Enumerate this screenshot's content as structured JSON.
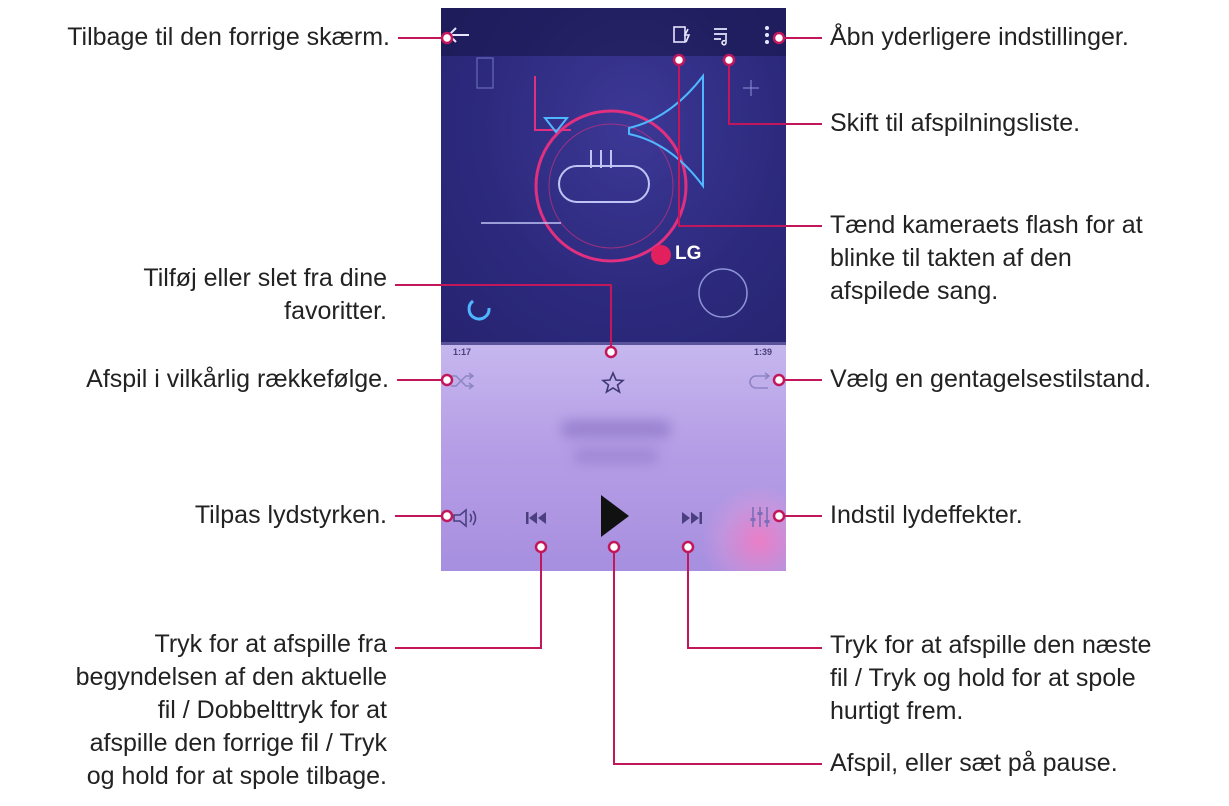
{
  "phone": {
    "brand": "LG",
    "time_elapsed": "1:17",
    "time_total": "1:39"
  },
  "labels": {
    "back": "Tilbage til den forrige skærm.",
    "more": "Åbn yderligere indstillinger.",
    "playlist": "Skift til afspilningsliste.",
    "flash": "Tænd kameraets flash for at\nblinke til takten af den\nafspilede sang.",
    "favorite": "Tilføj eller slet fra dine\nfavoritter.",
    "shuffle": "Afspil i vilkårlig rækkefølge.",
    "repeat": "Vælg en gentagelsestilstand.",
    "volume": "Tilpas lydstyrken.",
    "effects": "Indstil lydeffekter.",
    "previous": "Tryk for at afspille fra\nbegyndelsen af den aktuelle\nfil / Dobbelttryk for at\nafspille den forrige fil / Tryk\nog hold for at spole tilbage.",
    "next": "Tryk for at afspille den næste\nfil / Tryk og hold for at spole\nhurtigt frem.",
    "play": "Afspil, eller sæt på pause."
  },
  "icons": {
    "back": "back-arrow-icon",
    "flash": "camera-flash-icon",
    "playlist": "playlist-icon",
    "more": "more-vertical-icon",
    "favorite": "star-icon",
    "shuffle": "shuffle-icon",
    "repeat": "repeat-icon",
    "volume": "volume-icon",
    "previous": "skip-previous-icon",
    "play": "play-icon",
    "next": "skip-next-icon",
    "effects": "equalizer-icon"
  },
  "colors": {
    "leader": "#c2185b",
    "art_background": "#2d2a7e",
    "control_panel": "#b9a6ea",
    "control_icon": "#6a5fa8",
    "text": "#222222"
  }
}
